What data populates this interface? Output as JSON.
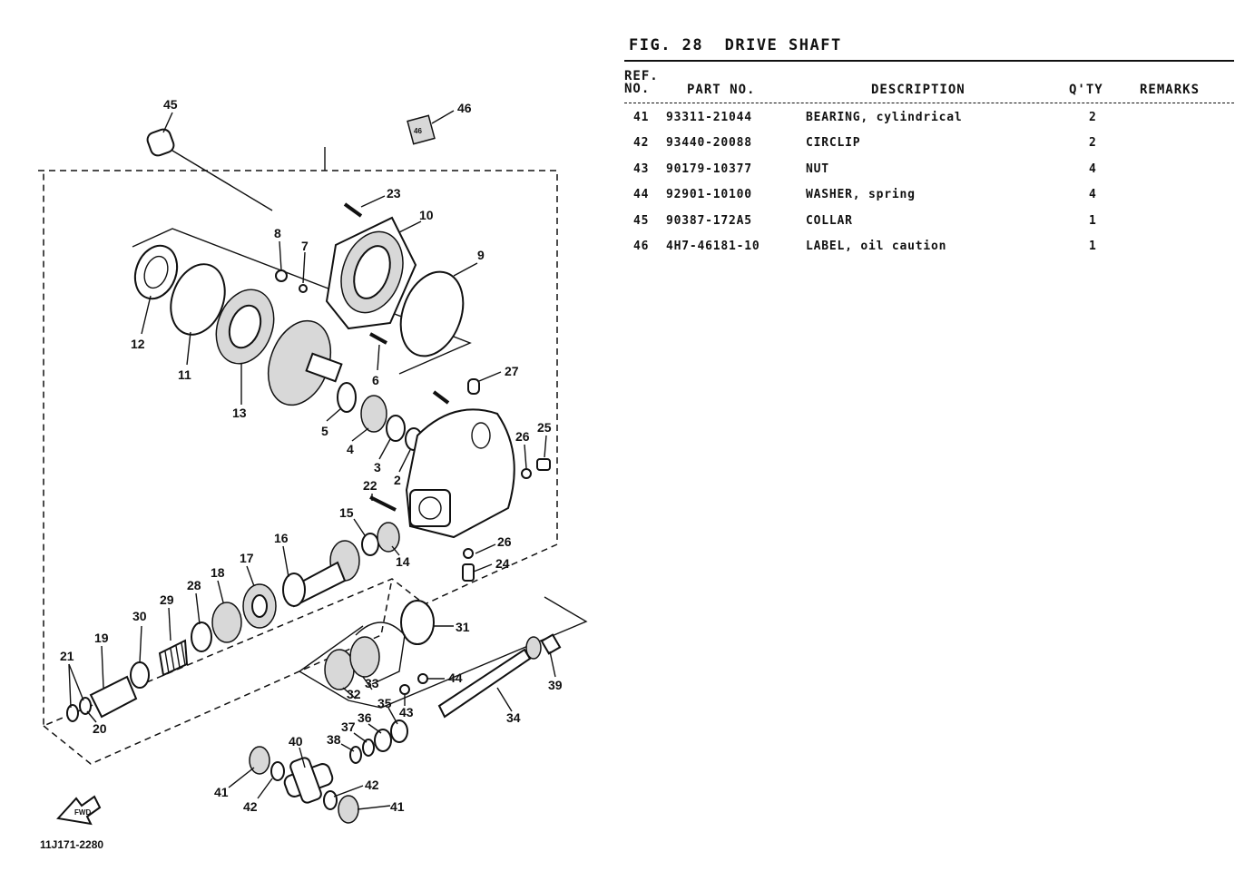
{
  "figure": {
    "title": "FIG. 28  DRIVE SHAFT",
    "catalog_code": "11J171-2280"
  },
  "table": {
    "headers": {
      "ref": "REF.\nNO.",
      "part_no": "PART NO.",
      "description": "DESCRIPTION",
      "qty": "Q'TY",
      "remarks": "REMARKS"
    },
    "rows": [
      {
        "ref": "41",
        "part_no": "93311-21044",
        "description": "BEARING, cylindrical",
        "qty": "2",
        "remarks": ""
      },
      {
        "ref": "42",
        "part_no": "93440-20088",
        "description": "CIRCLIP",
        "qty": "2",
        "remarks": ""
      },
      {
        "ref": "43",
        "part_no": "90179-10377",
        "description": "NUT",
        "qty": "4",
        "remarks": ""
      },
      {
        "ref": "44",
        "part_no": "92901-10100",
        "description": "WASHER, spring",
        "qty": "4",
        "remarks": ""
      },
      {
        "ref": "45",
        "part_no": "90387-172A5",
        "description": "COLLAR",
        "qty": "1",
        "remarks": ""
      },
      {
        "ref": "46",
        "part_no": "4H7-46181-10",
        "description": "LABEL, oil caution",
        "qty": "1",
        "remarks": ""
      }
    ]
  },
  "callouts": [
    "45",
    "46",
    "23",
    "10",
    "8",
    "7",
    "9",
    "12",
    "11",
    "13",
    "6",
    "27",
    "5",
    "4",
    "3",
    "2",
    "26",
    "25",
    "22",
    "15",
    "16",
    "14",
    "26",
    "24",
    "17",
    "28",
    "18",
    "29",
    "30",
    "19",
    "21",
    "20",
    "31",
    "33",
    "32",
    "44",
    "39",
    "34",
    "35",
    "43",
    "36",
    "37",
    "38",
    "40",
    "42",
    "41",
    "41",
    "42"
  ],
  "icons": {
    "label_tag": "oil-caution-label-icon",
    "front_arrow": "front-direction-arrow-icon",
    "front_arrow_text": "FWD"
  }
}
